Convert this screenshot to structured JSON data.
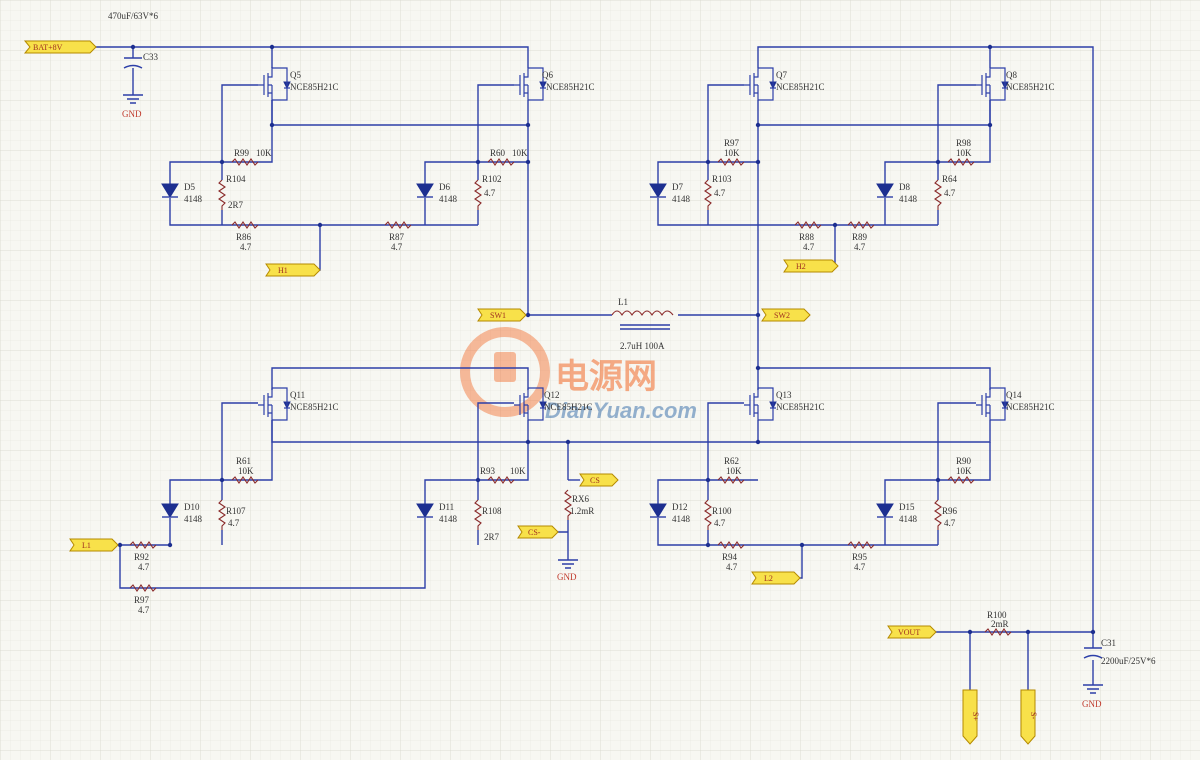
{
  "top_label": "470uF/63V*6",
  "ports": {
    "input": "BAT+8V",
    "h1": "H1",
    "h2": "H2",
    "sw1": "SW1",
    "sw2": "SW2",
    "l1": "L1",
    "l2": "L2",
    "cs": "CS",
    "cs_neg": "CS-",
    "vout": "VOUT",
    "s_pos": "S+",
    "s_neg": "S-"
  },
  "gnd_label": "GND",
  "capacitors": {
    "c33": {
      "name": "C33"
    },
    "c31": {
      "name": "C31",
      "value": "2200uF/25V*6"
    }
  },
  "inductor": {
    "name": "L1",
    "value": "2.7uH 100A"
  },
  "mosfets": {
    "q5": {
      "name": "Q5",
      "part": "NCE85H21C"
    },
    "q6": {
      "name": "Q6",
      "part": "NCE85H21C"
    },
    "q7": {
      "name": "Q7",
      "part": "NCE85H21C"
    },
    "q8": {
      "name": "Q8",
      "part": "NCE85H21C"
    },
    "q11": {
      "name": "Q11",
      "part": "NCE85H21C"
    },
    "q12": {
      "name": "Q12",
      "part": "NCE85H21C"
    },
    "q13": {
      "name": "Q13",
      "part": "NCE85H21C"
    },
    "q14": {
      "name": "Q14",
      "part": "NCE85H21C"
    }
  },
  "diodes": {
    "d5": {
      "name": "D5",
      "part": "4148"
    },
    "d6": {
      "name": "D6",
      "part": "4148"
    },
    "d7": {
      "name": "D7",
      "part": "4148"
    },
    "d8": {
      "name": "D8",
      "part": "4148"
    },
    "d10": {
      "name": "D10",
      "part": "4148"
    },
    "d11": {
      "name": "D11",
      "part": "4148"
    },
    "d12": {
      "name": "D12",
      "part": "4148"
    },
    "d15": {
      "name": "D15",
      "part": "4148"
    }
  },
  "resistors": {
    "r99": {
      "name": "R99",
      "value": "10K"
    },
    "r104": {
      "name": "R104",
      "value": "2R7"
    },
    "r86": {
      "name": "R86",
      "value": "4.7"
    },
    "r60": {
      "name": "R60",
      "value": "10K"
    },
    "r102": {
      "name": "R102",
      "value": "4.7"
    },
    "r87": {
      "name": "R87",
      "value": "4.7"
    },
    "r97": {
      "name": "R97",
      "value": "10K"
    },
    "r103": {
      "name": "R103",
      "value": "4.7"
    },
    "r88": {
      "name": "R88",
      "value": "4.7"
    },
    "r98": {
      "name": "R98",
      "value": "10K"
    },
    "r64": {
      "name": "R64",
      "value": "4.7"
    },
    "r89": {
      "name": "R89",
      "value": "4.7"
    },
    "r61": {
      "name": "R61",
      "value": "10K"
    },
    "r107": {
      "name": "R107",
      "value": "4.7"
    },
    "r92": {
      "name": "R92",
      "value": "4.7"
    },
    "r97b": {
      "name": "R97",
      "value": "4.7"
    },
    "r93": {
      "name": "R93",
      "value": "10K"
    },
    "r108": {
      "name": "R108",
      "value": "2R7"
    },
    "rx6": {
      "name": "RX6",
      "value": "1.2mR"
    },
    "r62": {
      "name": "R62",
      "value": "10K"
    },
    "r100": {
      "name": "R100",
      "value": "4.7"
    },
    "r94": {
      "name": "R94",
      "value": "4.7"
    },
    "r96": {
      "name": "R96",
      "value": "4.7"
    },
    "r90": {
      "name": "R90",
      "value": "10K"
    },
    "r95": {
      "name": "R95",
      "value": "4.7"
    },
    "r100b": {
      "name": "R100",
      "value": "2mR"
    }
  },
  "watermark": {
    "cn": "电源网",
    "en": "DianYuan.com"
  },
  "colors": {
    "wire": "#2d3fa8",
    "port_fill": "#f8e14a",
    "gnd": "#c0392b",
    "watermark": "#f26b2a"
  }
}
